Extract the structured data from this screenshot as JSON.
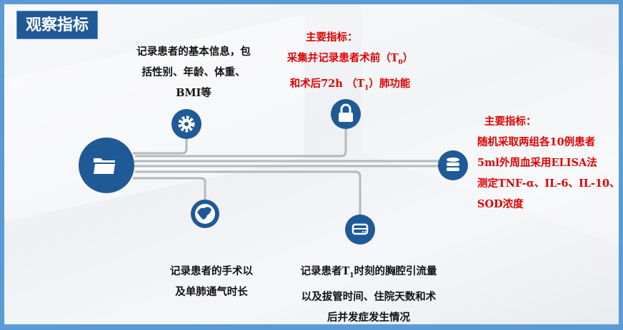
{
  "title": "观察指标",
  "basic_info": {
    "lines": [
      "记录患者的基本信息，包",
      "括性别、年龄、体重、",
      "BMI等"
    ]
  },
  "lung_function": {
    "heading": "主要指标：",
    "line1": "采集并记录患者术前（T",
    "line1_sub": "0",
    "line1_end": "）",
    "line2": "和术后72h （T",
    "line2_sub": "1",
    "line2_end": "）肺功能"
  },
  "blood": {
    "heading": "主要指标：",
    "lines": [
      "随机采取两组各10例患者",
      "5ml外周血采用ELISA法",
      "测定TNF-α、IL-6、IL-10、",
      "SOD浓度"
    ]
  },
  "surgery": {
    "lines": [
      "记录患者的手术以",
      "及单肺通气时长"
    ]
  },
  "drainage": {
    "line1": "记录患者T",
    "line1_sub": "1",
    "line1_end": "时刻的胸腔引流量",
    "line2": "以及拔管时间、住院天数和术",
    "line3": "后并发症发生情况"
  },
  "icons": [
    "folder-icon",
    "gear-icon",
    "lock-icon",
    "database-icon",
    "globe-icon",
    "drive-icon"
  ],
  "colors": {
    "accent": "#1f5a96",
    "frame": "#5b9bd5",
    "highlight": "#e00000"
  }
}
